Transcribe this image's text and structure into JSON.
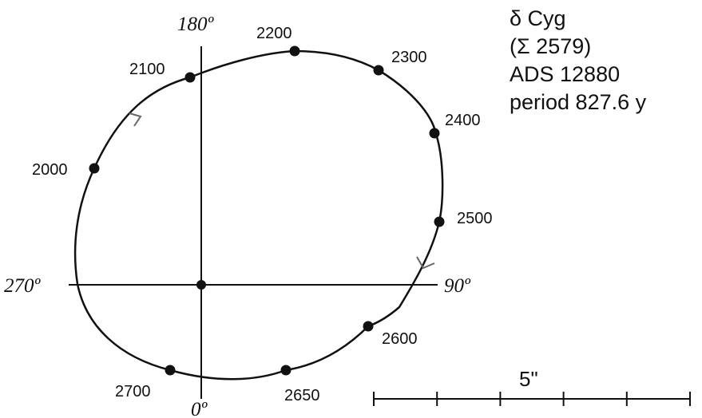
{
  "star": {
    "name": "δ Cyg",
    "designation": "(Σ 2579)",
    "ads": "ADS 12880",
    "period": "period 827.6 y"
  },
  "angles": {
    "top": "180º",
    "right": "90º",
    "bottom": "0º",
    "left": "270º"
  },
  "epochs": [
    "2000",
    "2100",
    "2200",
    "2300",
    "2400",
    "2500",
    "2600",
    "2650",
    "2700"
  ],
  "scale_bar": {
    "label": "5\"",
    "divisions": 5
  },
  "colors": {
    "ink": "#111111",
    "background": "#ffffff"
  }
}
